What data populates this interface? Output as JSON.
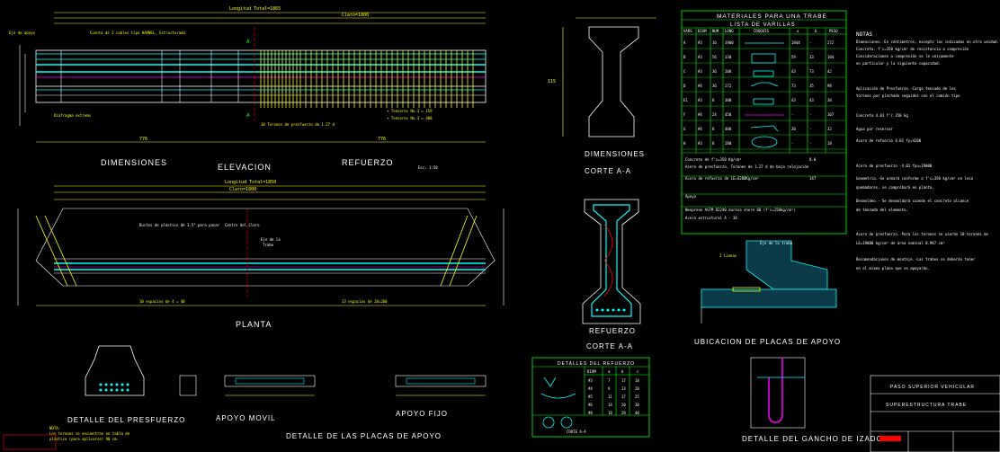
{
  "labels": {
    "dimensiones": "DIMENSIONES",
    "elevacion": "ELEVACION",
    "refuerzo": "REFUERZO",
    "planta": "PLANTA",
    "corte_aa_1": "CORTE A-A",
    "dimensiones_2": "DIMENSIONES",
    "refuerzo_2": "REFUERZO",
    "corte_aa_2": "CORTE A-A",
    "ubicacion": "UBICACION DE PLACAS DE APOYO",
    "detalle_presfuerzo": "DETALLE DEL PRESFUERZO",
    "apoyo_movil": "APOYO MOVIL",
    "apoyo_fijo": "APOYO FIJO",
    "detalle_placas": "DETALLE DE LAS PLACAS DE APOYO",
    "detalle_gancho": "DETALLE DEL GANCHO DE IZADO",
    "notas": "NOTAS",
    "longitud_total_1": "Longitud Total=1865",
    "longitud_total_2": "Longitud Total=1850",
    "claro": "Claro=1800",
    "dim_776": "776",
    "dim_1_776": "776",
    "dim_115": "115",
    "esc": "Esc. 1:50"
  },
  "table_materiales": {
    "title": "MATERIALES PARA UNA TRABE",
    "subtitle": "LISTA DE VARILLAS",
    "headers": [
      "VARS",
      "DIAM",
      "NUM",
      "LONG",
      "CROQUIS",
      "a",
      "b",
      "PESO"
    ],
    "rows": [
      [
        "A",
        "#3",
        "16",
        "1900",
        "",
        "1844",
        "-",
        "272"
      ],
      [
        "B",
        "#3",
        "56",
        "330",
        "",
        "59",
        "33",
        "104"
      ],
      [
        "C",
        "#3",
        "36",
        "208",
        "",
        "43",
        "73",
        "42"
      ],
      [
        "D",
        "#4",
        "36",
        "272",
        "",
        "73",
        "35",
        "98"
      ],
      [
        "E1",
        "#3",
        "8",
        "300",
        "",
        "43",
        "43",
        "38"
      ],
      [
        "F",
        "#4",
        "24",
        "450",
        "",
        "-",
        "-",
        "107"
      ],
      [
        "G",
        "#4",
        "8",
        "400",
        "",
        "20",
        "-",
        "32"
      ],
      [
        "H",
        "#3",
        "8",
        "280",
        "",
        "-",
        "-",
        "18"
      ]
    ]
  },
  "table_refuerzo": {
    "title": "DETALLES DEL REFUERZO",
    "headers": [
      "DIAM",
      "a",
      "b",
      "c"
    ],
    "rows": [
      [
        "#3",
        "7",
        "17",
        "18"
      ],
      [
        "#4",
        "9",
        "13",
        "20"
      ],
      [
        "#5",
        "11",
        "17",
        "25"
      ],
      [
        "#6",
        "14",
        "20",
        "30"
      ],
      [
        "#8",
        "18",
        "28",
        "40"
      ]
    ]
  },
  "title_block": {
    "line1": "PASO SUPERIOR VEHICULAR",
    "line2": "SUPERESTRUCTURA  TRABE"
  },
  "colors": {
    "bg": "#000000",
    "white": "#ffffff",
    "green": "#00ff00",
    "cyan": "#00ffff",
    "yellow": "#ffff00",
    "red": "#ff0000",
    "magenta": "#ff00ff"
  }
}
